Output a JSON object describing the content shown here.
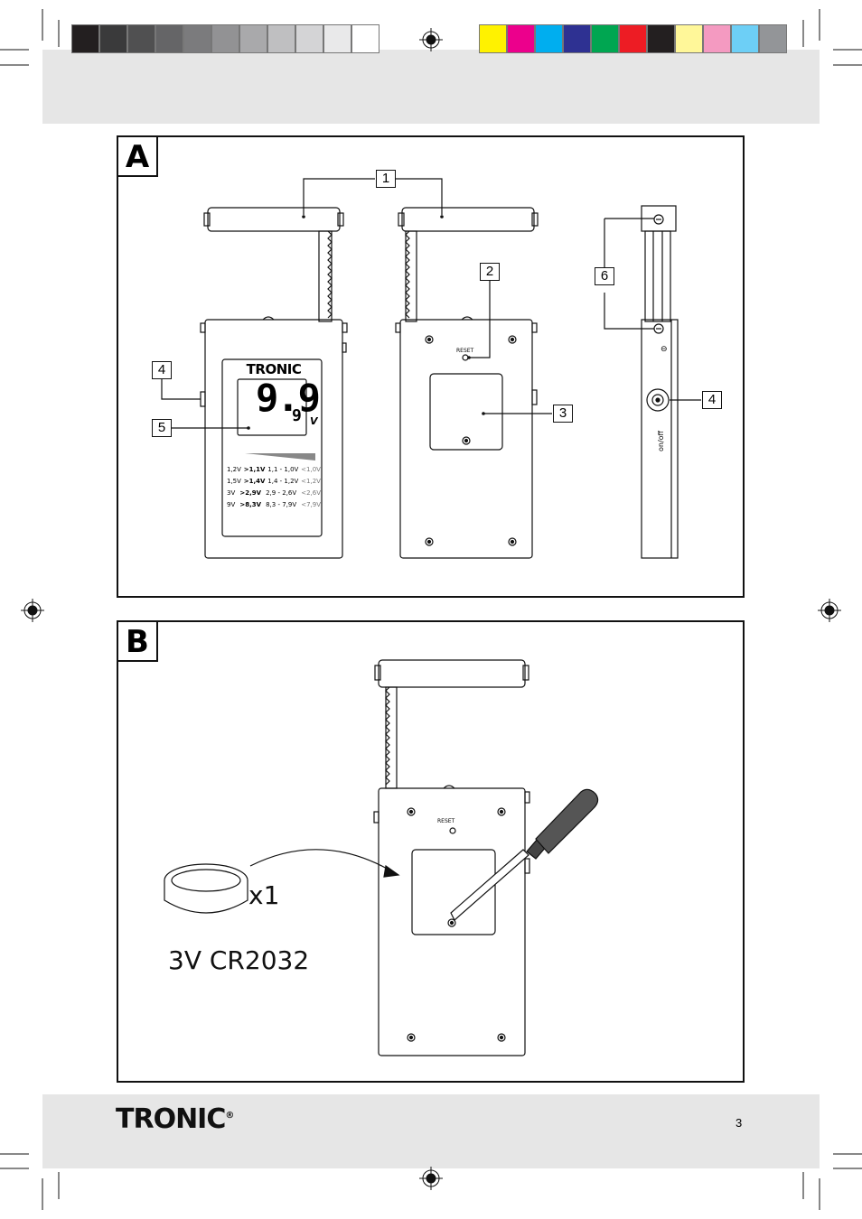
{
  "color_bars": {
    "grays": [
      "#231f20",
      "#3a3a3b",
      "#505051",
      "#656567",
      "#7b7b7d",
      "#929294",
      "#a9a9ab",
      "#bfbfc1",
      "#d4d4d6",
      "#e9e9ea",
      "#ffffff"
    ],
    "colors": [
      "#fff200",
      "#ec008c",
      "#00aeef",
      "#2e3192",
      "#00a651",
      "#ed1c24",
      "#231f20",
      "#fff799",
      "#f49ac1",
      "#6dcff6",
      "#939598"
    ]
  },
  "figure_a": {
    "label": "A",
    "device_brand": "TRONIC",
    "display_value": "9.9",
    "display_sub": "9",
    "display_unit": "V",
    "table_rows": [
      [
        "1,2V",
        ">1,1V",
        "1,1 - 1,0V",
        "<1,0V"
      ],
      [
        "1,5V",
        ">1,4V",
        "1,4 - 1,2V",
        "<1,2V"
      ],
      [
        "3V",
        ">2,9V",
        "2,9 - 2,6V",
        "<2,6V"
      ],
      [
        "9V",
        ">8,3V",
        "8,3 - 7,9V",
        "<7,9V"
      ]
    ],
    "reset_label": "RESET",
    "side_minus": "⊖",
    "side_switch": "on/off",
    "callouts": [
      "1",
      "2",
      "3",
      "4",
      "5",
      "4",
      "6"
    ]
  },
  "figure_b": {
    "label": "B",
    "reset_label": "RESET",
    "quantity": "x1",
    "battery_type": "3V CR2032"
  },
  "footer": {
    "brand": "TRONIC",
    "brand_mark": "®",
    "page_number": "3"
  }
}
